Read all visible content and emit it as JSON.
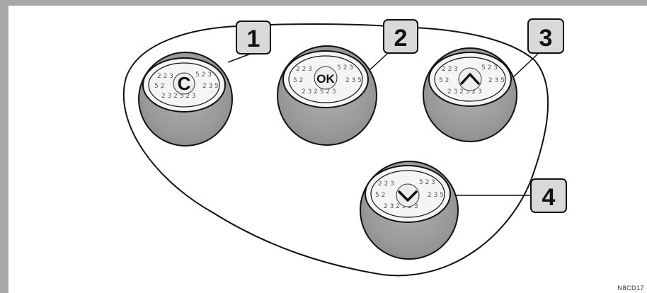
{
  "callouts": [
    {
      "number": "1",
      "target": "button-c"
    },
    {
      "number": "2",
      "target": "button-ok"
    },
    {
      "number": "3",
      "target": "button-up"
    },
    {
      "number": "4",
      "target": "button-down"
    }
  ],
  "buttons": {
    "c": {
      "label": "C",
      "icon": "letter-c"
    },
    "ok": {
      "label": "OK",
      "icon": "text-ok"
    },
    "up": {
      "icon": "chevron-up-icon"
    },
    "down": {
      "icon": "chevron-down-icon"
    }
  },
  "ref_code": "N8CD17",
  "colors": {
    "button_fill": "#9a9a9a",
    "callout_fill": "#d9d9d9",
    "frame": "#a9a9a9",
    "outline": "#111111"
  }
}
